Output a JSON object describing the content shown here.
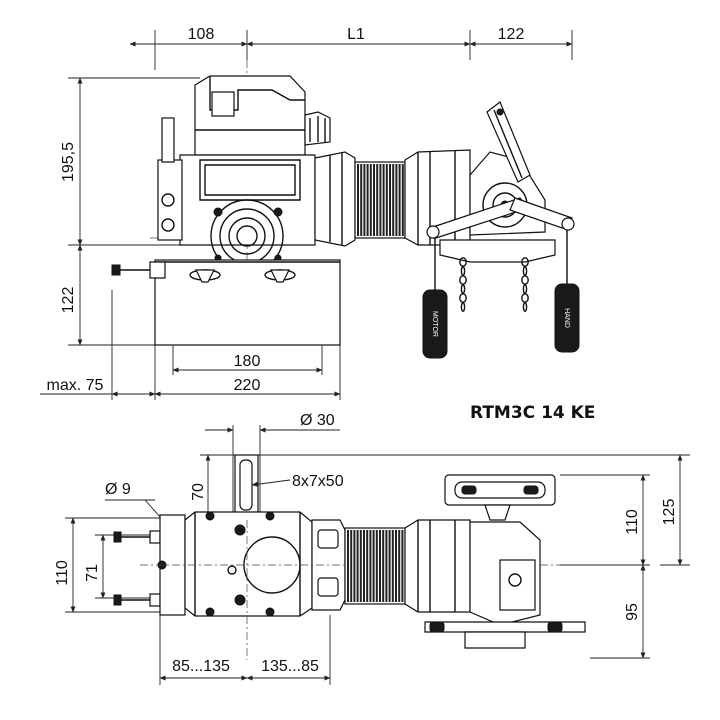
{
  "title": "RTM3C 14 KE",
  "top_view": {
    "dim_left_width": "108",
    "dim_center_length": "L1",
    "dim_right_width": "122",
    "dim_height_upper": "195,5",
    "dim_height_lower": "122",
    "dim_base_inner": "180",
    "dim_base_outer": "220",
    "dim_max_offset": "max. 75",
    "pendant_left_text": "MOTOR",
    "pendant_right_text": "HAND"
  },
  "bottom_view": {
    "dim_shaft_diameter": "Ø 30",
    "dim_key": "8x7x50",
    "dim_hole_diameter": "Ø 9",
    "dim_shaft_height": "70",
    "dim_outer_height": "110",
    "dim_inner_height": "71",
    "dim_left_adjust": "85...135",
    "dim_right_adjust": "135...85",
    "dim_right_upper": "110",
    "dim_right_total": "125",
    "dim_right_lower": "95"
  }
}
